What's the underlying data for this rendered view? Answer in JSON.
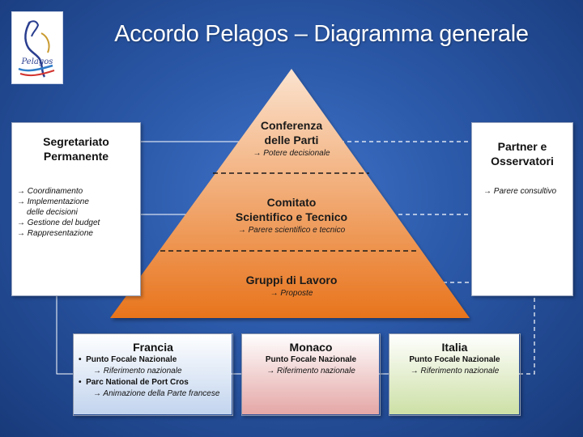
{
  "title": "Accordo Pelagos – Diagramma generale",
  "logo": {
    "text": "Pelagos"
  },
  "arrow": "→",
  "bullet": "•",
  "pyramid": {
    "top": {
      "title_line1": "Conferenza",
      "title_line2": "delle Parti",
      "sub": "Potere decisionale"
    },
    "middle": {
      "title_line1": "Comitato",
      "title_line2": "Scientifico e Tecnico",
      "sub": "Parere scientifico e tecnico"
    },
    "bottom": {
      "title": "Gruppi di Lavoro",
      "sub": "Proposte"
    }
  },
  "secretariat": {
    "title_line1": "Segretariato",
    "title_line2": "Permanente",
    "items": [
      {
        "line1": "Coordinamento"
      },
      {
        "line1": "Implementazione",
        "line2": "delle decisioni"
      },
      {
        "line1": "Gestione del budget"
      },
      {
        "line1": "Rappresentazione"
      }
    ]
  },
  "partners": {
    "title_line1": "Partner e",
    "title_line2": "Osservatori",
    "item": "Parere consultivo"
  },
  "countries": {
    "francia": {
      "name": "Francia",
      "item1": "Punto Focale Nazionale",
      "item1_sub": "Riferimento nazionale",
      "item2": "Parc National de Port Cros",
      "item2_sub": "Animazione della Parte francese"
    },
    "monaco": {
      "name": "Monaco",
      "item": "Punto Focale Nazionale",
      "sub": "Riferimento nazionale"
    },
    "italia": {
      "name": "Italia",
      "item": "Punto Focale Nazionale",
      "sub": "Riferimento nazionale"
    }
  },
  "colors": {
    "pyramid_top": "#fbe3cf",
    "pyramid_bottom": "#e8741c",
    "francia_top": "#ffffff",
    "francia_bottom": "#c2d4ee",
    "monaco_top": "#ffffff",
    "monaco_bottom": "#e4a7a6",
    "italia_top": "#ffffff",
    "italia_bottom": "#cde0a6"
  }
}
